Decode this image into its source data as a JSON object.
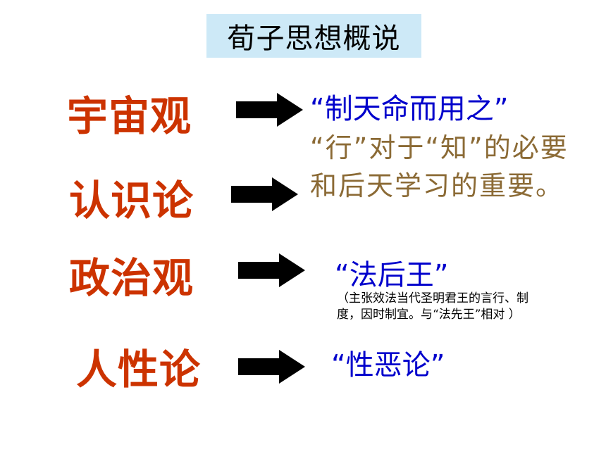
{
  "title": "荀子思想概说",
  "rows": [
    {
      "concept": "宇宙观",
      "desc": "“制天命而用之”"
    },
    {
      "concept": "认识论",
      "desc": "“行”对于“知”的必要和后天学习的重要。"
    },
    {
      "concept": "政治观",
      "desc": "“法后王”",
      "note": "（主张效法当代圣明君王的言行、制度，因时制宜。与“法先王”相对 ）"
    },
    {
      "concept": "人性论",
      "desc": "“性恶论”"
    }
  ],
  "colors": {
    "concept": "#cc3300",
    "blue": "#0000cc",
    "brown": "#8b6a35",
    "title_bg": "#cde9f7"
  }
}
